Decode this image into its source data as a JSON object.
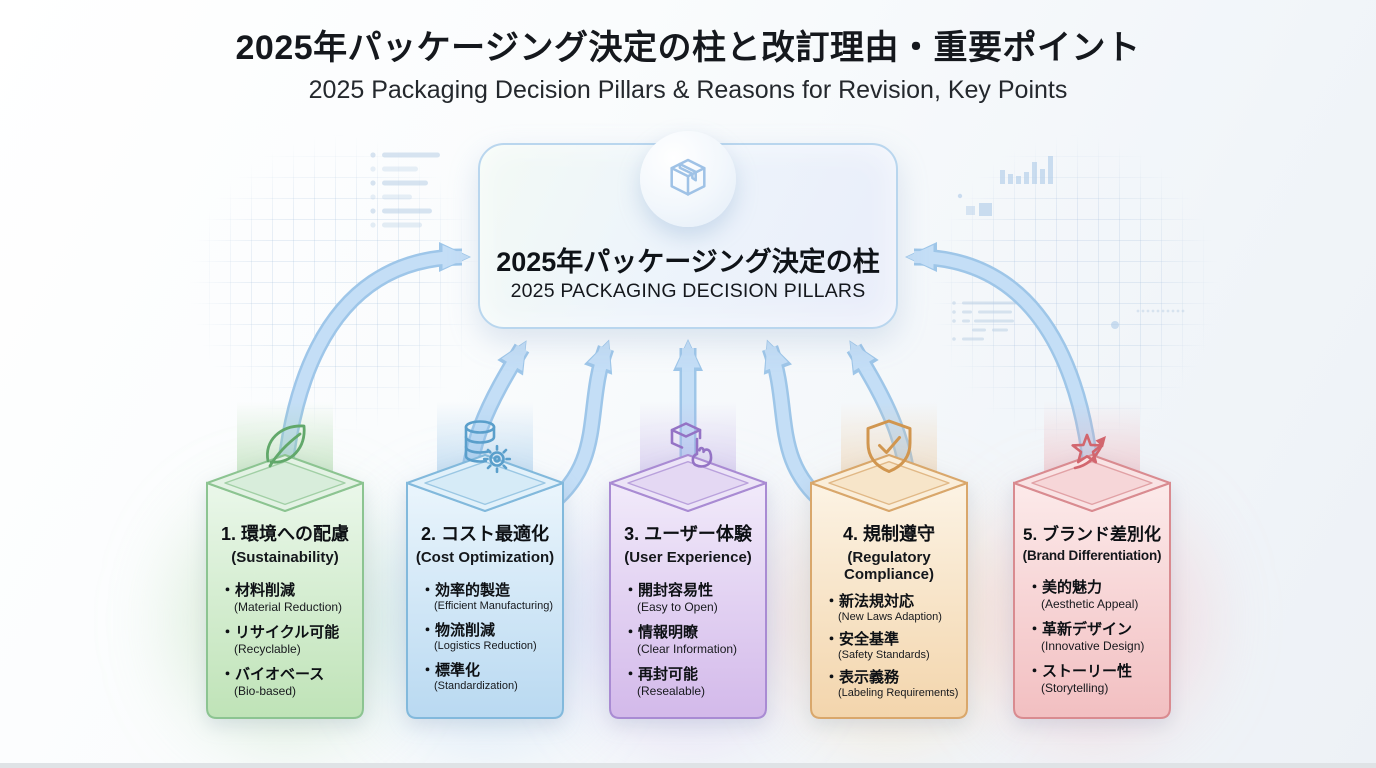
{
  "header": {
    "title_jp": "2025年パッケージング決定の柱と改訂理由・重要ポイント",
    "subtitle_en": "2025 Packaging Decision Pillars & Reasons for Revision, Key Points"
  },
  "center_box": {
    "icon": "package-box-icon",
    "title_jp": "2025年パッケージング決定の柱",
    "title_en": "2025 PACKAGING DECISION PILLARS"
  },
  "pillars": [
    {
      "icon": "leaf-icon",
      "accent_color": "#8cc491",
      "title_jp": "1. 環境への配慮",
      "subtitle_en": "(Sustainability)",
      "items": [
        {
          "jp": "材料削減",
          "en": "(Material Reduction)"
        },
        {
          "jp": "リサイクル可能",
          "en": "(Recyclable)"
        },
        {
          "jp": "バイオベース",
          "en": "(Bio-based)"
        }
      ]
    },
    {
      "icon": "database-gear-icon",
      "accent_color": "#82b9dc",
      "title_jp": "2. コスト最適化",
      "subtitle_en": "(Cost Optimization)",
      "items": [
        {
          "jp": "効率的製造",
          "en": "(Efficient Manufacturing)"
        },
        {
          "jp": "物流削減",
          "en": "(Logistics Reduction)"
        },
        {
          "jp": "標準化",
          "en": "(Standardization)"
        }
      ]
    },
    {
      "icon": "box-tap-icon",
      "accent_color": "#a98bd3",
      "title_jp": "3. ユーザー体験",
      "subtitle_en": "(User Experience)",
      "items": [
        {
          "jp": "開封容易性",
          "en": "(Easy to Open)"
        },
        {
          "jp": "情報明瞭",
          "en": "(Clear Information)"
        },
        {
          "jp": "再封可能",
          "en": "(Resealable)"
        }
      ]
    },
    {
      "icon": "shield-check-icon",
      "accent_color": "#d9a76b",
      "title_jp": "4. 規制遵守",
      "subtitle_en": "(Regulatory Compliance)",
      "items": [
        {
          "jp": "新法規対応",
          "en": "(New Laws Adaption)"
        },
        {
          "jp": "安全基準",
          "en": "(Safety Standards)"
        },
        {
          "jp": "表示義務",
          "en": "(Labeling Requirements)"
        }
      ]
    },
    {
      "icon": "star-growth-icon",
      "accent_color": "#d98b90",
      "title_jp": "5. ブランド差別化",
      "subtitle_en": "(Brand Differentiation)",
      "items": [
        {
          "jp": "美的魅力",
          "en": "(Aesthetic Appeal)"
        },
        {
          "jp": "革新デザイン",
          "en": "(Innovative Design)"
        },
        {
          "jp": "ストーリー性",
          "en": "(Storytelling)"
        }
      ]
    }
  ],
  "colors": {
    "arrow": "#aed2f0",
    "center_box_border": "#b9d6ee",
    "background": "#f3f6f9"
  }
}
